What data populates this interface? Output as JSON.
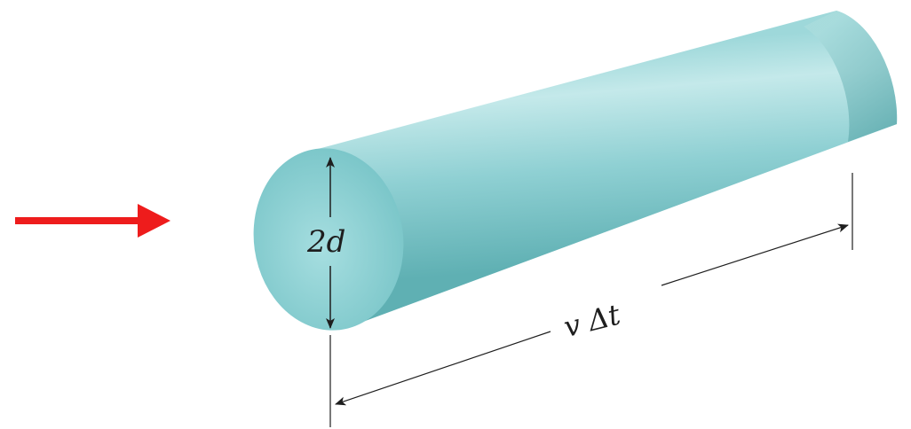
{
  "labels": {
    "diameter": "2d",
    "length_prefix": "v",
    "length_main": "Δt"
  },
  "colors": {
    "arrow": "#ee1c1c",
    "body_dark": "#5fb3b5",
    "body_light": "#bfe8e8",
    "cap": "#8fd3d6",
    "dimension_line": "#1e1e1e",
    "background": "#ffffff"
  }
}
